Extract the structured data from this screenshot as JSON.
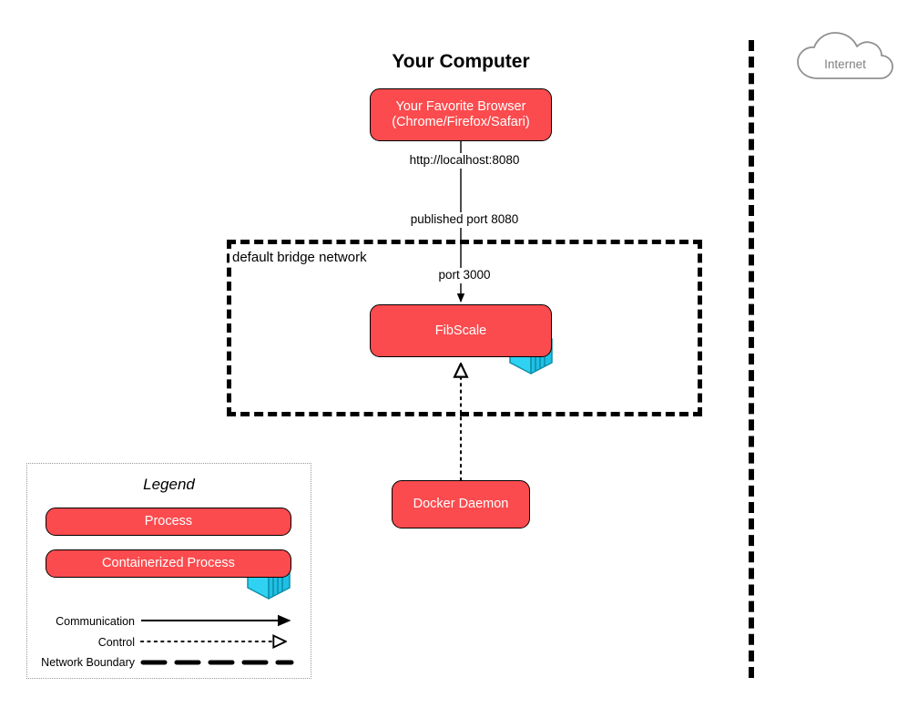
{
  "diagram": {
    "title": "Your Computer",
    "internet": {
      "label": "Internet",
      "icon": "cloud-icon",
      "outline_color": "#909090"
    }
  },
  "nodes": {
    "browser": {
      "line1": "Your Favorite Browser",
      "line2": "(Chrome/Firefox/Safari)"
    },
    "fibscale": {
      "label": "FibScale",
      "icon": "container-cube-icon"
    },
    "daemon": {
      "label": "Docker Daemon"
    }
  },
  "network": {
    "label": "default bridge network"
  },
  "edges": {
    "browser_url": "http://localhost:8080",
    "published_port": "published port 8080",
    "container_port": "port 3000"
  },
  "legend": {
    "title": "Legend",
    "process": "Process",
    "containerized_process": "Containerized Process",
    "rows": [
      {
        "label": "Communication",
        "style": "solid-arrow"
      },
      {
        "label": "Control",
        "style": "dotted-open-arrow"
      },
      {
        "label": "Network Boundary",
        "style": "thick-dashed"
      }
    ]
  },
  "colors": {
    "process_fill": "#FB4B4E",
    "process_stroke": "#000000",
    "container_cube": "#2FD2F2",
    "cloud_stroke": "#909090",
    "boundary": "#000000",
    "legend_border": "#9a9a9a"
  }
}
